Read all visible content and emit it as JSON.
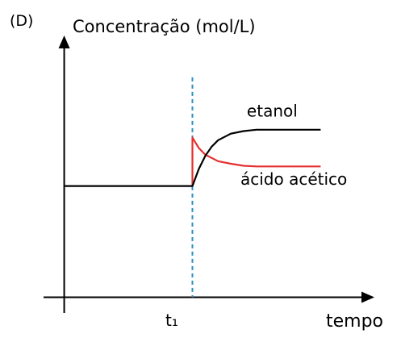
{
  "chart_data": {
    "type": "line",
    "panel_label": "(D)",
    "ylabel": "Concentração (mol/L)",
    "xlabel": "tempo",
    "x_tick_label": "t₁",
    "x_event": 1,
    "xlim": [
      -0.4,
      2.35
    ],
    "ylim": [
      -0.12,
      2.0
    ],
    "series": [
      {
        "name": "etanol",
        "color": "#000000",
        "x": [
          0,
          1,
          1.05,
          1.1,
          1.15,
          1.2,
          1.3,
          1.4,
          1.5,
          1.6,
          1.8,
          2.0
        ],
        "y": [
          0.85,
          0.85,
          0.98,
          1.08,
          1.15,
          1.2,
          1.25,
          1.27,
          1.28,
          1.28,
          1.28,
          1.28
        ]
      },
      {
        "name": "ácido acético",
        "color": "#e53030",
        "x": [
          1,
          1,
          1.05,
          1.1,
          1.2,
          1.3,
          1.4,
          1.5,
          1.6,
          1.8,
          2.0
        ],
        "y": [
          0.85,
          1.22,
          1.14,
          1.09,
          1.04,
          1.02,
          1.005,
          1.0,
          1.0,
          1.0,
          1.0
        ]
      }
    ]
  }
}
